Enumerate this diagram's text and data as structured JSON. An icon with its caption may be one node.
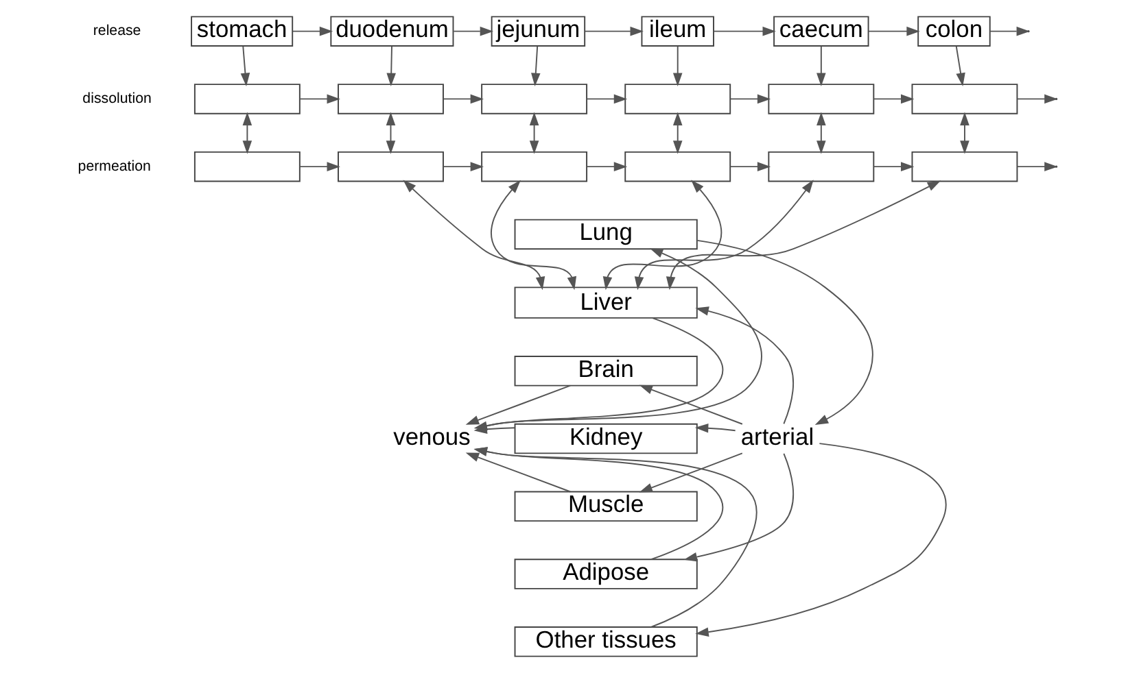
{
  "diagram": {
    "nodes": [
      {
        "text": [
          "stomach"
        ]
      },
      {
        "text": [
          "duodenum"
        ]
      },
      {
        "text": [
          "jejunum"
        ]
      },
      {
        "text": [
          "ileum"
        ]
      },
      {
        "text": [
          "caecum"
        ]
      },
      {
        "text": [
          "colon"
        ]
      },
      {
        "text": [],
        "shape": "box"
      },
      {
        "text": [],
        "shape": "box"
      },
      {
        "text": [],
        "shape": "box"
      },
      {
        "text": [],
        "shape": "box"
      },
      {
        "text": [],
        "shape": "box"
      },
      {
        "text": [],
        "shape": "box"
      },
      {
        "text": [],
        "shape": "box"
      },
      {
        "text": [],
        "shape": "box"
      },
      {
        "text": [],
        "shape": "box"
      },
      {
        "text": [],
        "shape": "box"
      },
      {
        "text": [],
        "shape": "box"
      },
      {
        "text": [],
        "shape": "box"
      },
      {
        "text": [
          "Lung"
        ]
      },
      {
        "text": [
          "Liver"
        ]
      },
      {
        "text": [
          "Brain"
        ]
      },
      {
        "text": [
          "Kidney"
        ]
      },
      {
        "text": [
          "Muscle"
        ]
      },
      {
        "text": [
          "Adipose"
        ]
      },
      {
        "text": [
          "Other tissues"
        ]
      },
      {
        "text": [
          "venous"
        ]
      },
      {
        "text": [
          "arterial"
        ]
      }
    ],
    "edges": [
      {
        "from": 0,
        "to": 1,
        "arrow": "to"
      },
      {
        "from": 1,
        "to": 2,
        "arrow": "to"
      },
      {
        "from": 2,
        "to": 3,
        "arrow": "to"
      },
      {
        "from": 3,
        "to": 4,
        "arrow": "to"
      },
      {
        "from": 4,
        "to": 5,
        "arrow": "to"
      },
      {
        "from": 5,
        "to": null,
        "arrow": "to"
      },
      {
        "from": 0,
        "to": 6,
        "arrow": "to"
      },
      {
        "from": 1,
        "to": 7,
        "arrow": "to"
      },
      {
        "from": 2,
        "to": 8,
        "arrow": "to"
      },
      {
        "from": 3,
        "to": 9,
        "arrow": "to"
      },
      {
        "from": 4,
        "to": 10,
        "arrow": "to"
      },
      {
        "from": 5,
        "to": 11,
        "arrow": "to"
      },
      {
        "from": 6,
        "to": 7,
        "arrow": "to"
      },
      {
        "from": 7,
        "to": 8,
        "arrow": "to"
      },
      {
        "from": 8,
        "to": 9,
        "arrow": "to"
      },
      {
        "from": 9,
        "to": 10,
        "arrow": "to"
      },
      {
        "from": 10,
        "to": 11,
        "arrow": "to"
      },
      {
        "from": 11,
        "to": null,
        "arrow": "to"
      },
      {
        "from": 6,
        "to": 12,
        "arrow": "both"
      },
      {
        "from": 7,
        "to": 13,
        "arrow": "both"
      },
      {
        "from": 8,
        "to": 14,
        "arrow": "both"
      },
      {
        "from": 9,
        "to": 15,
        "arrow": "both"
      },
      {
        "from": 10,
        "to": 16,
        "arrow": "both"
      },
      {
        "from": 11,
        "to": 17,
        "arrow": "both"
      },
      {
        "from": 12,
        "to": 13,
        "arrow": "to"
      },
      {
        "from": 13,
        "to": 14,
        "arrow": "to"
      },
      {
        "from": 14,
        "to": 15,
        "arrow": "to"
      },
      {
        "from": 15,
        "to": 16,
        "arrow": "to"
      },
      {
        "from": 16,
        "to": 17,
        "arrow": "to"
      },
      {
        "from": 17,
        "to": null,
        "arrow": "to"
      },
      {
        "from": 13,
        "to": 19,
        "arrow": "both"
      },
      {
        "from": 14,
        "to": 19,
        "arrow": "both"
      },
      {
        "from": 15,
        "to": 19,
        "arrow": "both"
      },
      {
        "from": 16,
        "to": 19,
        "arrow": "both"
      },
      {
        "from": 17,
        "to": 19,
        "arrow": "both"
      },
      {
        "from": 25,
        "to": 18,
        "arrow": "to"
      },
      {
        "from": 18,
        "to": 26,
        "arrow": "to"
      },
      {
        "from": 26,
        "to": 19,
        "arrow": "to"
      },
      {
        "from": 26,
        "to": 20,
        "arrow": "to"
      },
      {
        "from": 26,
        "to": 21,
        "arrow": "to"
      },
      {
        "from": 26,
        "to": 22,
        "arrow": "to"
      },
      {
        "from": 26,
        "to": 23,
        "arrow": "to"
      },
      {
        "from": 26,
        "to": 24,
        "arrow": "to"
      },
      {
        "from": 19,
        "to": 25,
        "arrow": "to"
      },
      {
        "from": 20,
        "to": 25,
        "arrow": "to"
      },
      {
        "from": 21,
        "to": 25,
        "arrow": "to"
      },
      {
        "from": 22,
        "to": 25,
        "arrow": "to"
      },
      {
        "from": 23,
        "to": 25,
        "arrow": "to"
      },
      {
        "from": 24,
        "to": 25,
        "arrow": "to"
      }
    ],
    "labels": [
      "release",
      "dissolution",
      "permeation"
    ]
  }
}
